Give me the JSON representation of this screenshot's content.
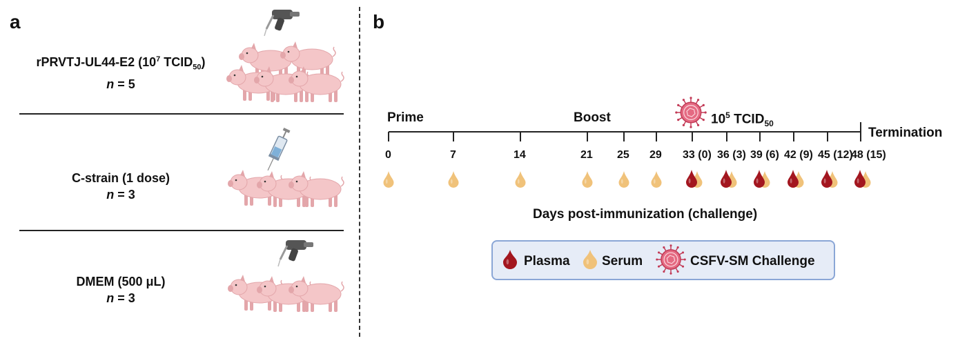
{
  "panel_a": {
    "letter": "a",
    "groups": [
      {
        "line1_main": "rPRVTJ-UL44-E2 (10",
        "line1_sup": "7",
        "line1_mid": " TCID",
        "line1_sub": "50",
        "line1_end": ")",
        "n_var": "n",
        "n_rest": " = 5",
        "device_icon": "injection-gun-icon"
      },
      {
        "line1_main": "C-strain (1 dose)",
        "n_var": "n",
        "n_rest": " = 3",
        "device_icon": "syringe-icon"
      },
      {
        "line1_main": "DMEM  (500 μL)",
        "n_var": "n",
        "n_rest": " = 3",
        "device_icon": "injection-gun-icon"
      }
    ]
  },
  "panel_b": {
    "letter": "b",
    "prime_label": "Prime",
    "boost_label": "Boost",
    "termination_label": "Termination",
    "challenge_dose_main": "10",
    "challenge_dose_sup": "5",
    "challenge_dose_mid": " TCID",
    "challenge_dose_sub": "50",
    "tick_labels": [
      "0",
      "7",
      "14",
      "21",
      "25",
      "29",
      "33 (0)",
      "36 (3)",
      "39 (6)",
      "42 (9)",
      "45 (12)",
      "48 (15)"
    ],
    "sampling": [
      "serum",
      "serum",
      "serum",
      "serum",
      "serum",
      "serum",
      "plasma+serum",
      "plasma+serum",
      "plasma+serum",
      "plasma+serum",
      "plasma+serum",
      "plasma+serum"
    ],
    "axis_title": "Days post-immunization (challenge)",
    "legend": {
      "plasma": "Plasma",
      "serum": "Serum",
      "challenge": "CSFV-SM Challenge"
    },
    "colors": {
      "plasma": "#a3161f",
      "serum": "#f0c27a",
      "virus": "#c23a56",
      "legend_bg": "#e6ecf7",
      "legend_border": "#8aa6d6"
    }
  }
}
